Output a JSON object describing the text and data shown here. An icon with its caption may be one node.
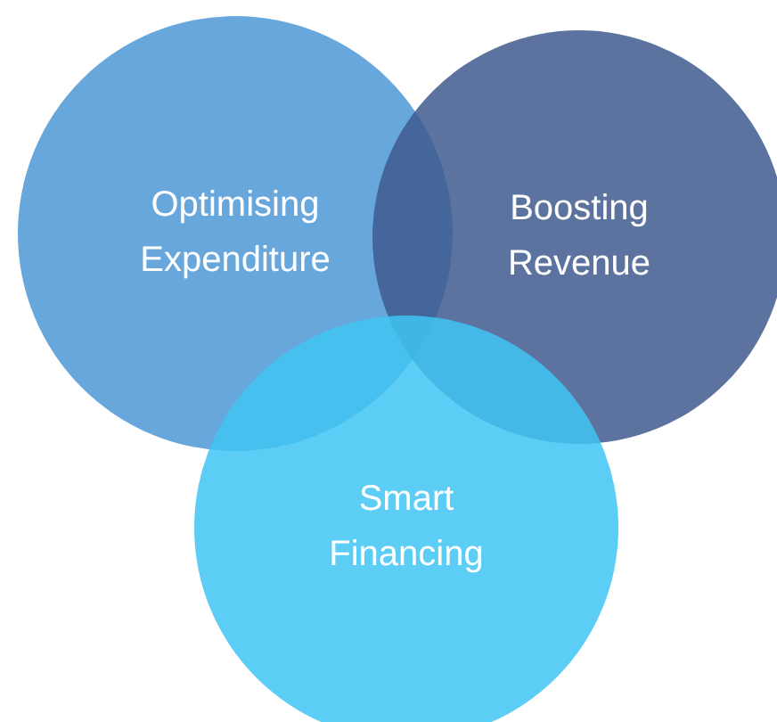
{
  "diagram": {
    "nodes": [
      {
        "text": [
          "Optimising Expenditure"
        ]
      },
      {
        "text": [
          "Boosting Revenue"
        ]
      },
      {
        "text": [
          "Smart Financing"
        ]
      }
    ]
  }
}
